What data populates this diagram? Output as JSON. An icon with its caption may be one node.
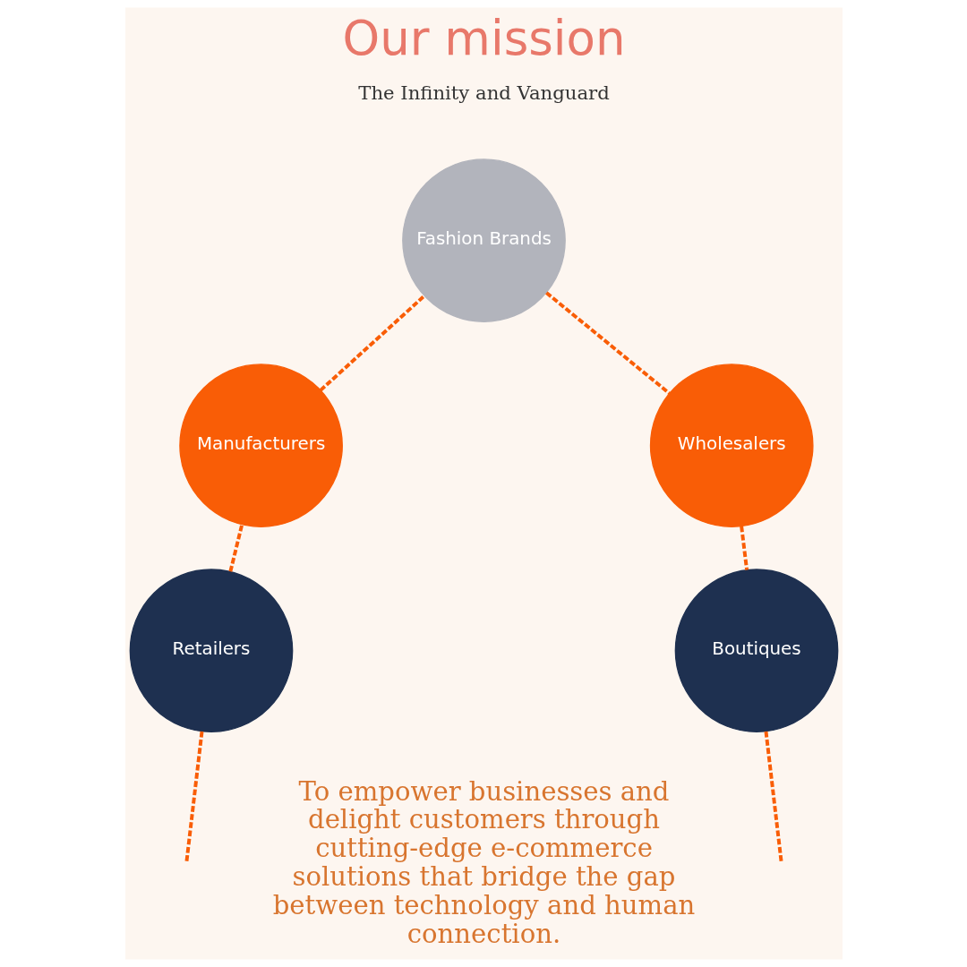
{
  "diagram": {
    "title": "Our mission",
    "nodes": [
      {
        "text": [
          "Retailers"
        ]
      },
      {
        "text": [
          "Manufacturers"
        ]
      },
      {
        "text": [
          "Fashion Brands"
        ]
      },
      {
        "text": [
          "Wholesalers"
        ]
      },
      {
        "text": [
          "Boutiques"
        ]
      }
    ],
    "edges": [
      {
        "from": 0,
        "to": 1,
        "arrow": "none",
        "style": "dashed"
      },
      {
        "from": 1,
        "to": 2,
        "arrow": "none",
        "style": "dashed"
      },
      {
        "from": 2,
        "to": 3,
        "arrow": "none",
        "style": "dashed"
      },
      {
        "from": 3,
        "to": 4,
        "arrow": "none",
        "style": "dashed"
      },
      {
        "from": 0,
        "to": null,
        "arrow": "none",
        "style": "dashed"
      },
      {
        "from": 4,
        "to": null,
        "arrow": "none",
        "style": "dashed"
      }
    ],
    "labels": [
      "The Infinity and Vanguard",
      "To empower businesses and delight customers through cutting-edge e-commerce solutions that bridge the gap between technology and human connection."
    ]
  }
}
